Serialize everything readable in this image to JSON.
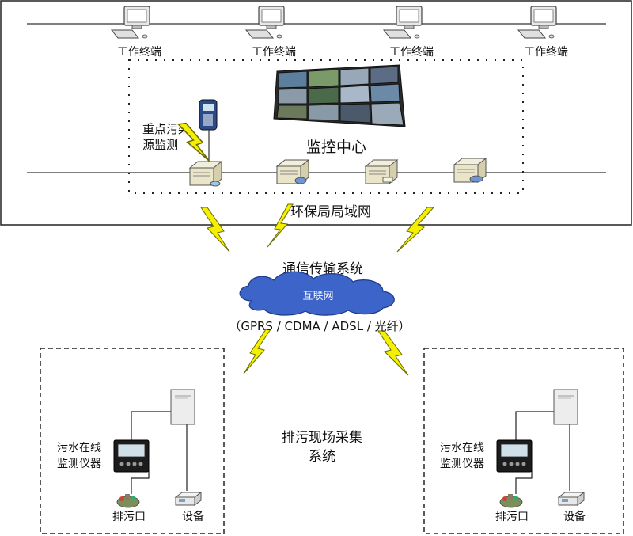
{
  "terminals": [
    {
      "label": "工作终端"
    },
    {
      "label": "工作终端"
    },
    {
      "label": "工作终端"
    },
    {
      "label": "工作终端"
    }
  ],
  "monitor_center": {
    "label": "监控中心"
  },
  "key_pollution": {
    "line1": "重点污染",
    "line2": "源监测"
  },
  "lan": {
    "label": "环保局局域网"
  },
  "comm": {
    "title": "通信传输系统",
    "cloud_label": "互联网",
    "protocols": "（GPRS / CDMA / ADSL / 光纤）"
  },
  "collection": {
    "line1": "排污现场采集",
    "line2": "系统"
  },
  "sites": [
    {
      "instrument_line1": "污水在线",
      "instrument_line2": "监测仪器",
      "outlet": "排污口",
      "device": "设备"
    },
    {
      "instrument_line1": "污水在线",
      "instrument_line2": "监测仪器",
      "outlet": "排污口",
      "device": "设备"
    }
  ],
  "colors": {
    "bolt_fill": "#f4f000",
    "bolt_stroke": "#6b6b00",
    "cloud_fill": "#3d64c8",
    "cloud_text": "#ffffff"
  }
}
